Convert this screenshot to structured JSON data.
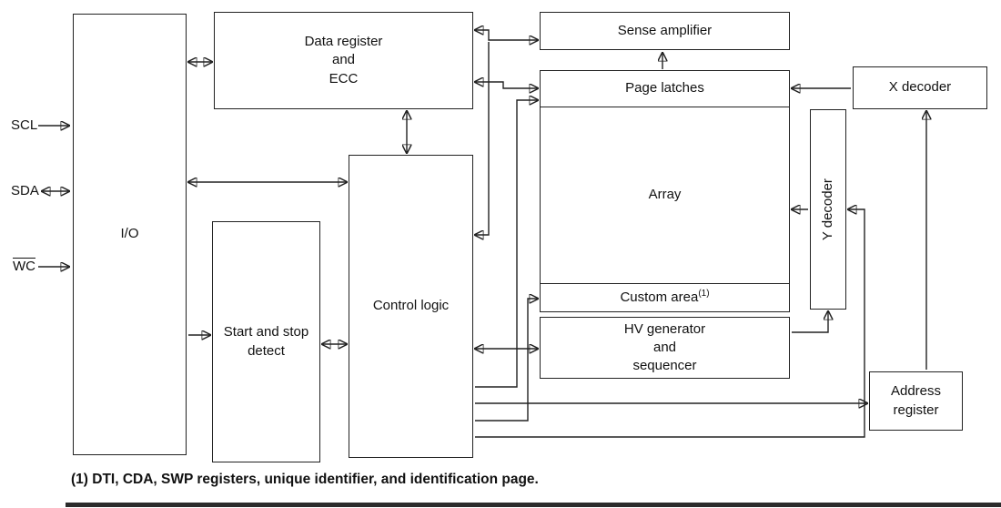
{
  "diagram": {
    "pins": {
      "scl": "SCL",
      "sda": "SDA",
      "wc": "WC"
    },
    "blocks": {
      "io": "I/O",
      "data_register": "Data register\nand\nECC",
      "sense_amplifier": "Sense amplifier",
      "page_latches": "Page latches",
      "array": "Array",
      "custom_area": "Custom area",
      "custom_area_sup": "(1)",
      "hv_generator": "HV generator\nand\nsequencer",
      "x_decoder": "X decoder",
      "y_decoder": "Y decoder",
      "address_register": "Address\nregister",
      "start_stop_detect": "Start and stop\ndetect",
      "control_logic": "Control logic"
    },
    "footnote": "(1) DTI, CDA, SWP registers, unique identifier, and identification page."
  }
}
